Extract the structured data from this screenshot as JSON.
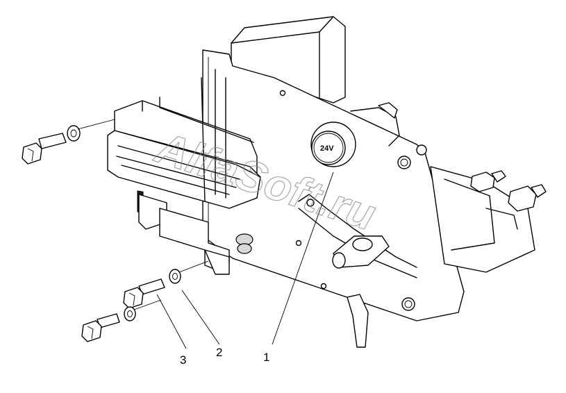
{
  "diagram": {
    "callouts": [
      {
        "id": "1",
        "label": "1"
      },
      {
        "id": "2",
        "label": "2"
      },
      {
        "id": "3",
        "label": "3"
      }
    ],
    "socket_marking": "24V",
    "watermark": "AlfaSoft.ru"
  }
}
